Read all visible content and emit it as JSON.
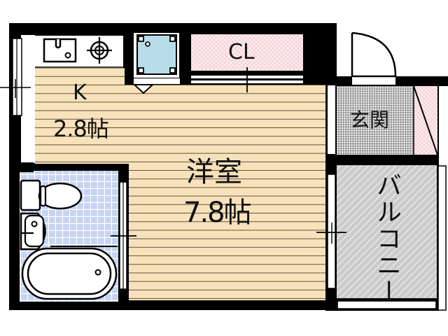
{
  "floorplan": {
    "rooms": {
      "kitchen": {
        "name": "K",
        "area": "2.8帖"
      },
      "western_room": {
        "name": "洋室",
        "area": "7.8帖"
      },
      "closet": {
        "name": "CL"
      },
      "entrance": {
        "name": "玄関"
      },
      "balcony": {
        "name": "バルコニー"
      }
    },
    "fixtures": [
      "sink-icon",
      "gas-stove-icon",
      "washing-machine-icon",
      "toilet-icon",
      "washbasin-icon",
      "bathtub-icon",
      "entry-door-icon"
    ],
    "colors": {
      "wall": "#000000",
      "wood_floor": "#f7e2bc",
      "wood_line": "#6b5a40",
      "closet": "#f6d6da",
      "entrance_tile": "#9c9c9c",
      "bath_tile": "#c9d6f0",
      "washer": "#b8dde8",
      "balcony": "#cfcfcf"
    }
  }
}
